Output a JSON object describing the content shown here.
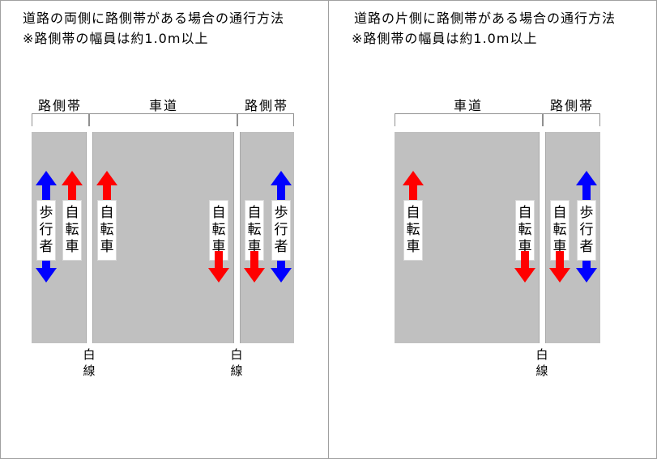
{
  "left_panel": {
    "title_line1": "道路の両側に路側帯がある場合の通行方法",
    "title_line2": "※路側帯の幅員は約1.0m以上",
    "zones": [
      "路側帯",
      "車道",
      "路側帯"
    ],
    "labels": {
      "pedestrian_left": [
        "歩",
        "行",
        "者"
      ],
      "bicycle_1": [
        "自",
        "転",
        "車"
      ],
      "bicycle_2": [
        "自",
        "転",
        "車"
      ],
      "bicycle_3": [
        "自",
        "転",
        "車"
      ],
      "bicycle_4": [
        "自",
        "転",
        "車"
      ],
      "pedestrian_right": [
        "歩",
        "行",
        "者"
      ]
    },
    "white_line_labels": [
      [
        "白",
        "線"
      ],
      [
        "白",
        "線"
      ]
    ]
  },
  "right_panel": {
    "title_line1": "道路の片側に路側帯がある場合の通行方法",
    "title_line2": "※路側帯の幅員は約1.0m以上",
    "zones": [
      "車道",
      "路側帯"
    ],
    "labels": {
      "bicycle_1": [
        "自",
        "転",
        "車"
      ],
      "bicycle_2": [
        "自",
        "転",
        "車"
      ],
      "bicycle_3": [
        "自",
        "転",
        "車"
      ],
      "pedestrian": [
        "歩",
        "行",
        "者"
      ]
    },
    "white_line_labels": [
      [
        "白",
        "線"
      ]
    ]
  },
  "colors": {
    "road": "#c0c0c0",
    "bicycle_arrow": "#ff0000",
    "pedestrian_arrow": "#0000ff"
  }
}
